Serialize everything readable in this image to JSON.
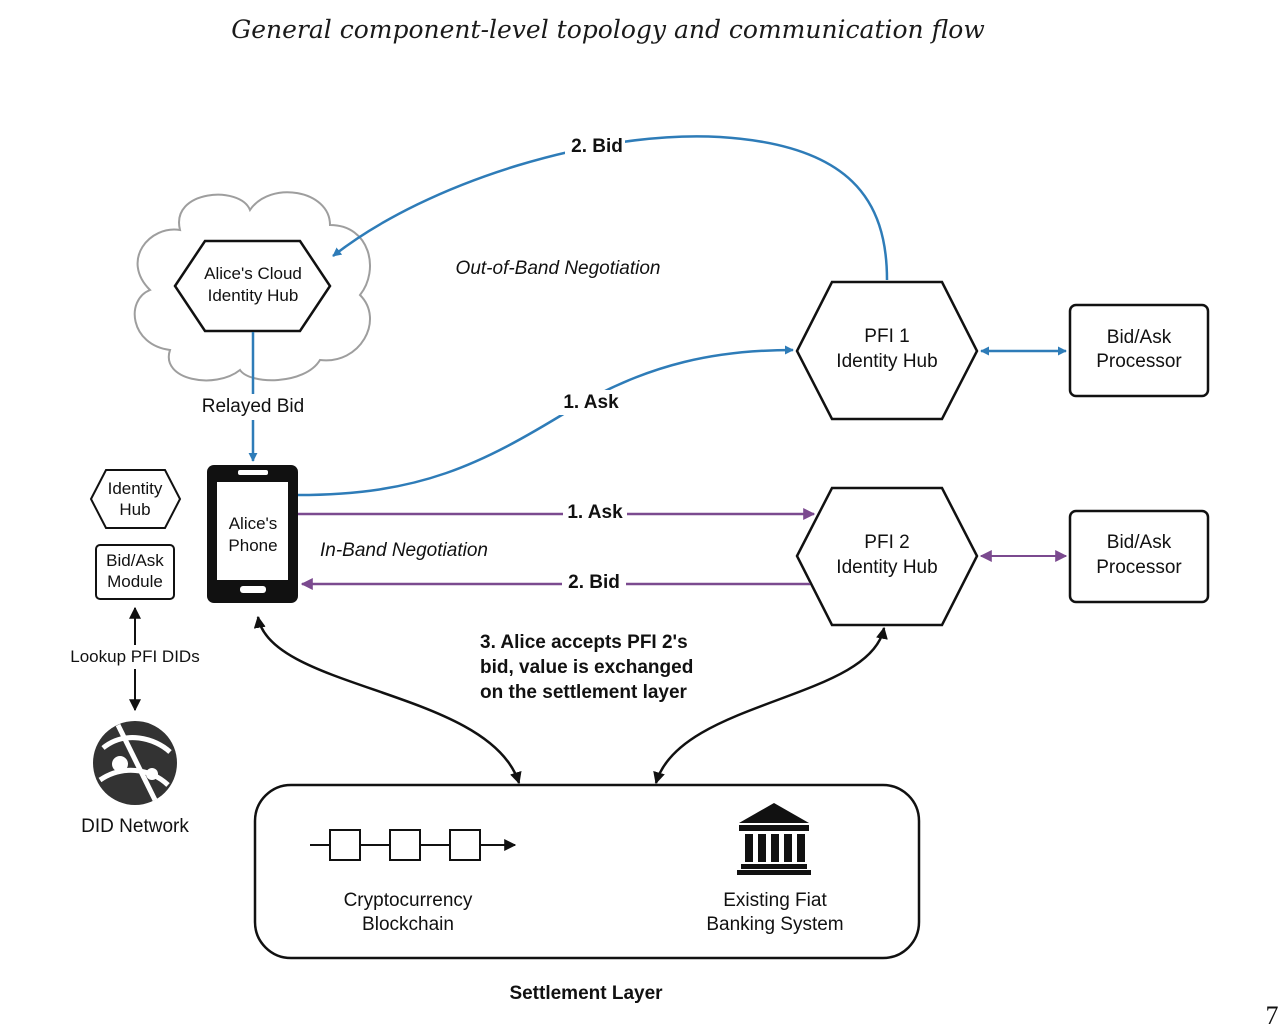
{
  "title": "General component-level topology and communication flow",
  "colors": {
    "blue": "#2e7cb8",
    "purple": "#7b4a8f",
    "black": "#111111",
    "cloud": "#9e9e9e"
  },
  "nodes": {
    "cloud_hub": [
      "Alice's Cloud",
      "Identity Hub"
    ],
    "pfi1_hub": [
      "PFI 1",
      "Identity Hub"
    ],
    "pfi2_hub": [
      "PFI 2",
      "Identity Hub"
    ],
    "processor1": [
      "Bid/Ask",
      "Processor"
    ],
    "processor2": [
      "Bid/Ask",
      "Processor"
    ],
    "phone": [
      "Alice's",
      "Phone"
    ],
    "legend_hub": [
      "Identity",
      "Hub"
    ],
    "legend_module": [
      "Bid/Ask",
      "Module"
    ],
    "did_network": "DID Network",
    "blockchain": [
      "Cryptocurrency",
      "Blockchain"
    ],
    "fiat": [
      "Existing Fiat",
      "Banking System"
    ],
    "settlement": "Settlement Layer"
  },
  "edges": {
    "bid_oob": "2. Bid",
    "ask_oob": "1. Ask",
    "relayed_bid": "Relayed Bid",
    "ask_ib": "1. Ask",
    "bid_ib": "2. Bid",
    "lookup": "Lookup PFI DIDs"
  },
  "annotations": {
    "out_of_band": "Out-of-Band Negotiation",
    "in_band": "In-Band Negotiation",
    "accept": [
      "3. Alice accepts PFI 2's",
      "bid, value is exchanged",
      "on the settlement layer"
    ]
  },
  "page_number": "7"
}
